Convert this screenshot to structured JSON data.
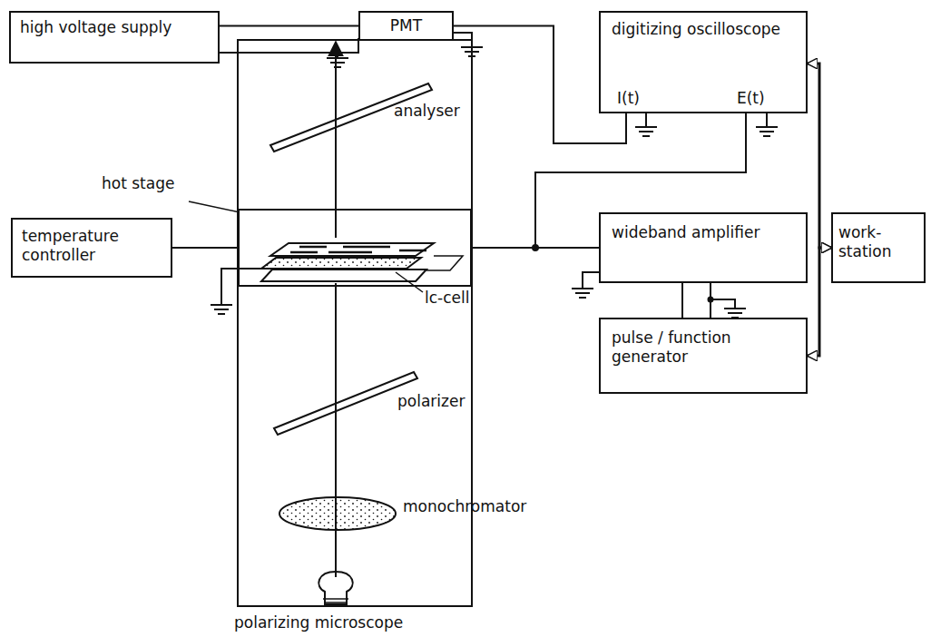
{
  "diagram": {
    "nodes": [
      {
        "text": [
          "high voltage supply"
        ]
      },
      {
        "text": [
          "PMT"
        ]
      },
      {
        "text": [
          "digitizing oscilloscope"
        ]
      },
      {
        "text": [
          "temperature controller"
        ]
      },
      {
        "text": [
          "hot stage"
        ]
      },
      {
        "text": [
          "wideband amplifier"
        ]
      },
      {
        "text": [
          "work- station"
        ]
      },
      {
        "text": [
          "pulse / function generator"
        ]
      }
    ],
    "edges": [
      {
        "from": 0,
        "to": 1,
        "arrow": "none"
      },
      {
        "from": 1,
        "to": 2,
        "arrow": "none"
      },
      {
        "from": 3,
        "to": 4,
        "arrow": "none"
      },
      {
        "from": 4,
        "to": 5,
        "arrow": "none"
      },
      {
        "from": 4,
        "to": 2,
        "arrow": "none"
      },
      {
        "from": 5,
        "to": 7,
        "arrow": "none"
      },
      {
        "from": 6,
        "to": 2,
        "arrow": "both"
      },
      {
        "from": 6,
        "to": 7,
        "arrow": "both"
      }
    ],
    "labels": [
      "I(t)",
      "E(t)",
      "analyser",
      "lc-cell",
      "polarizer",
      "monochromator",
      "polarizing microscope"
    ]
  }
}
